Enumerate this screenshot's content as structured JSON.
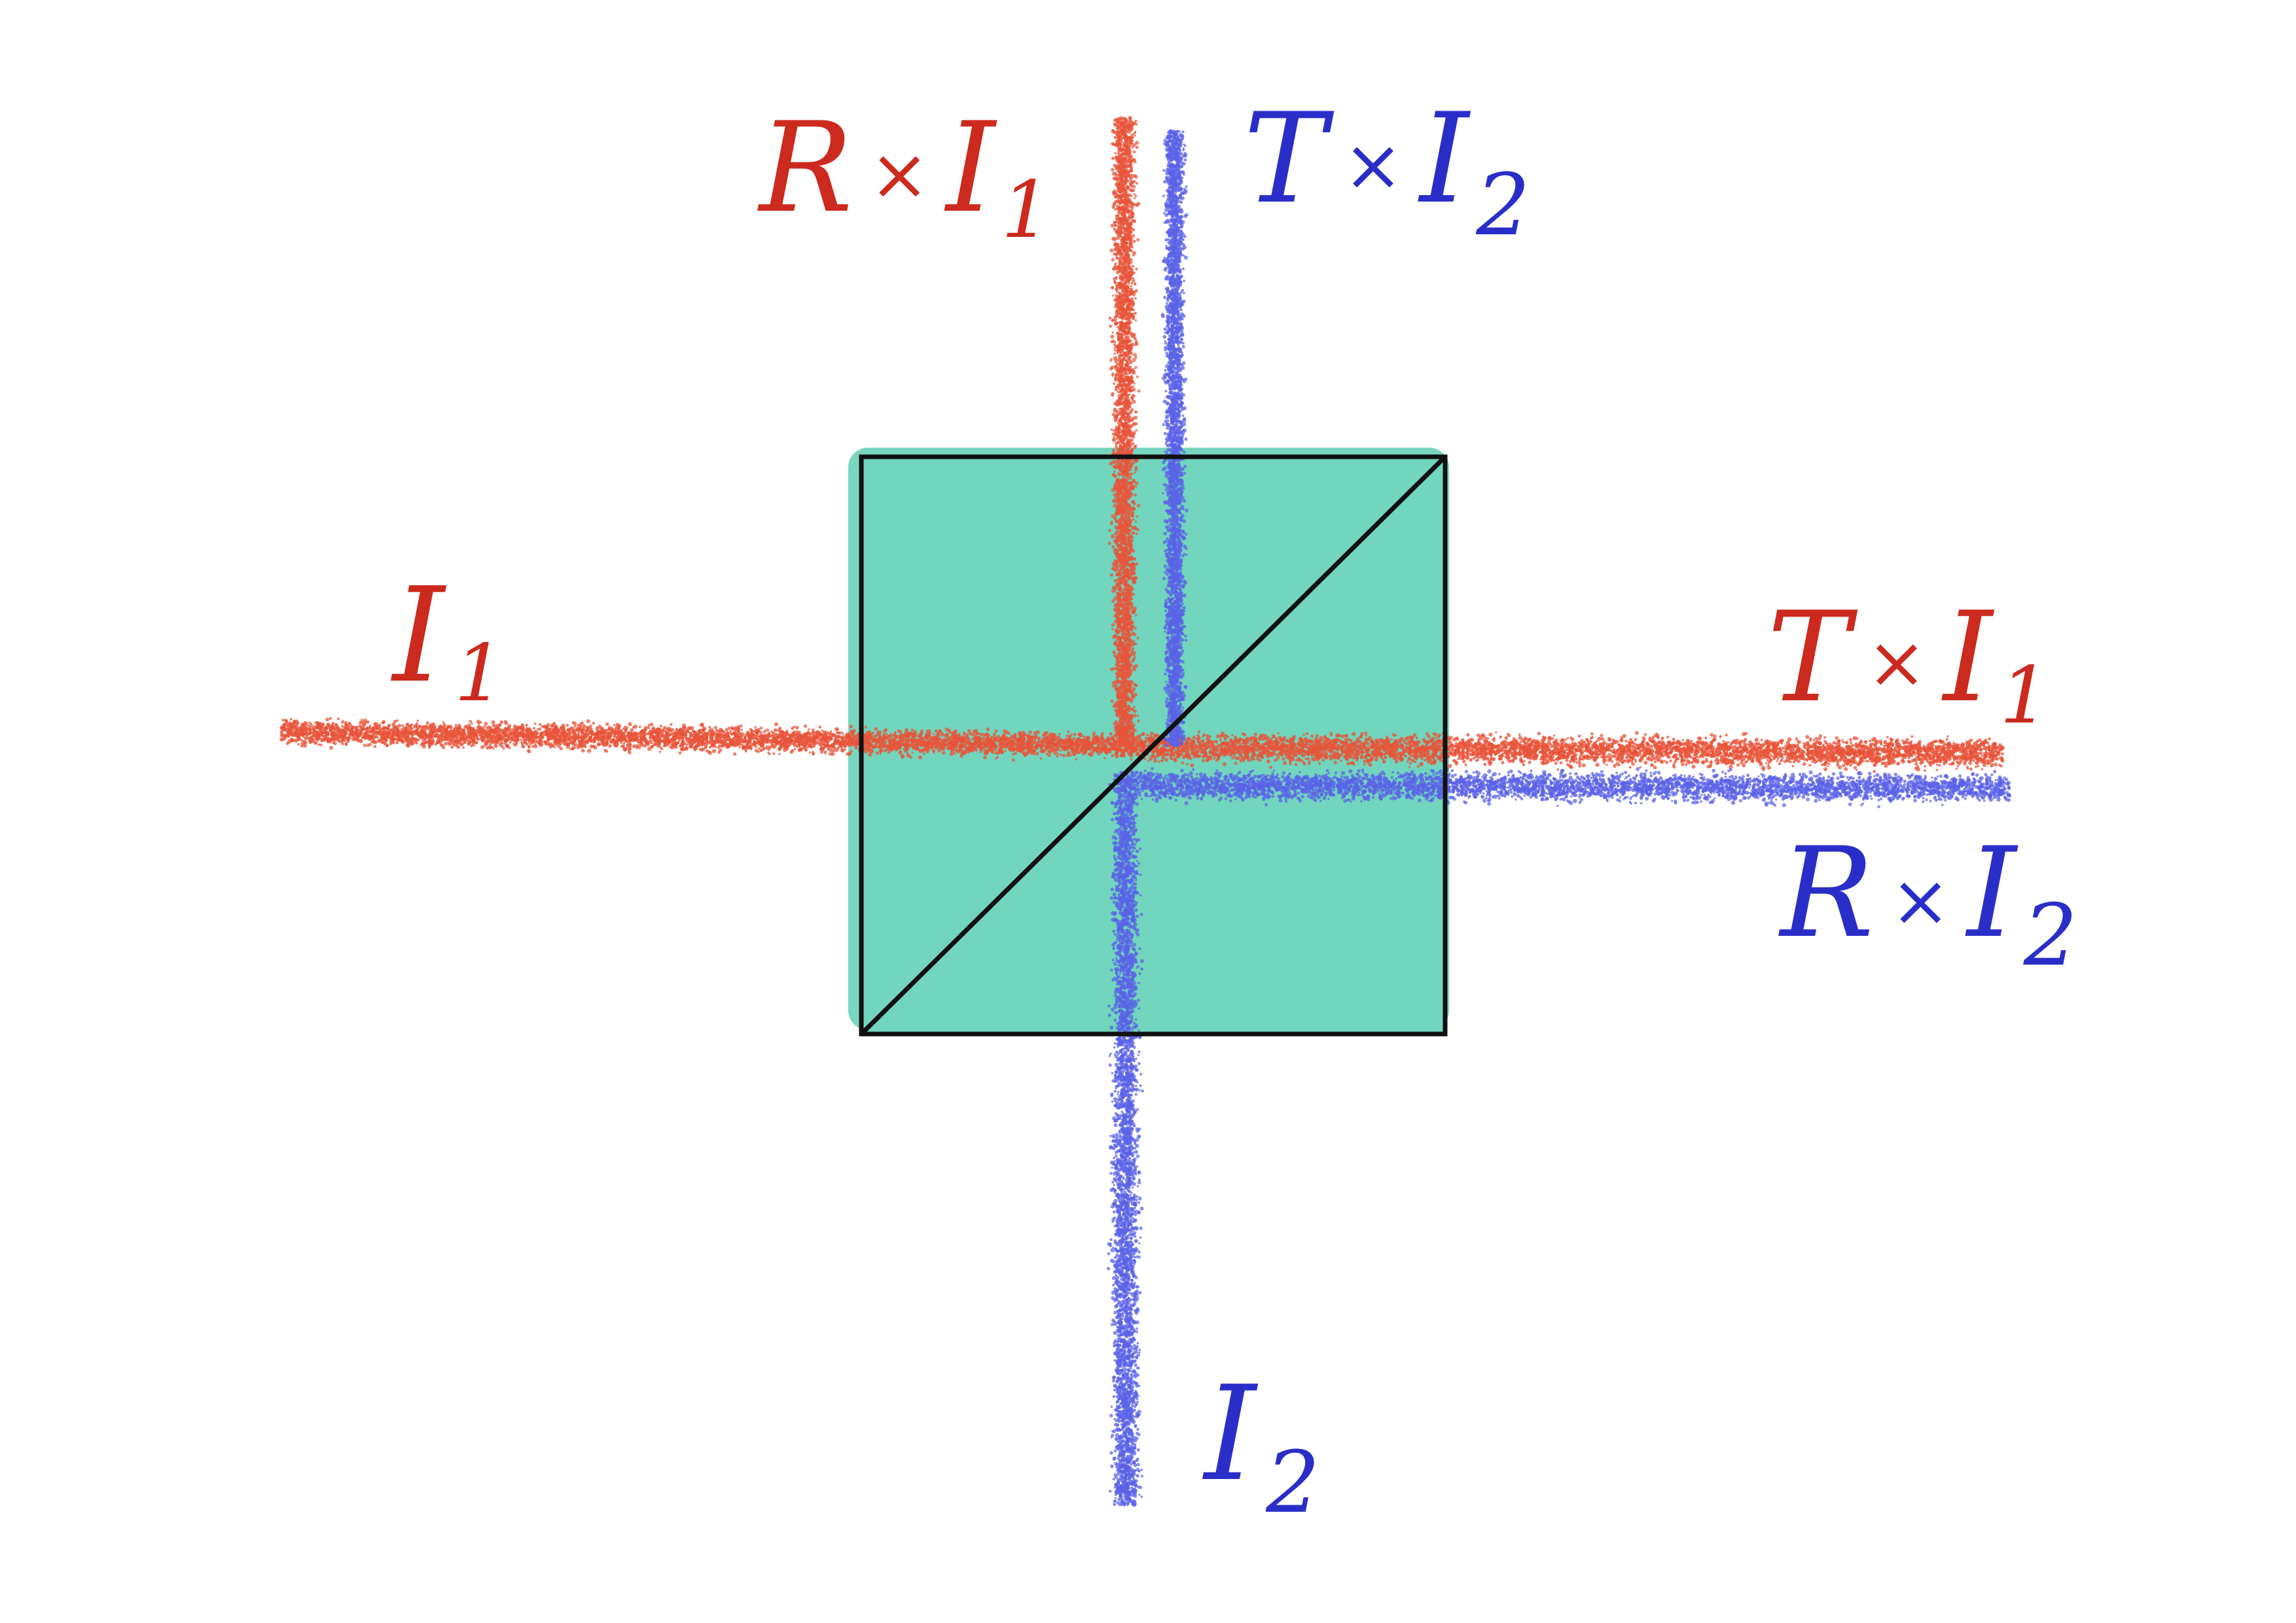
{
  "colors": {
    "background": "#ffffff",
    "cube_fill": "#72d5bd",
    "outline": "#111111",
    "beam_1": "#e8543a",
    "beam_2": "#5a63e8",
    "label_red": "#cc2a1e",
    "label_blue": "#2a2ec8"
  },
  "labels": {
    "input_1": {
      "base": "I",
      "sub": "1"
    },
    "input_2": {
      "base": "I",
      "sub": "2"
    },
    "reflected_1": {
      "coef": "R",
      "times": "×",
      "base": "I",
      "sub": "1"
    },
    "transmitted_2": {
      "coef": "T",
      "times": "×",
      "base": "I",
      "sub": "2"
    },
    "transmitted_1": {
      "coef": "T",
      "times": "×",
      "base": "I",
      "sub": "1"
    },
    "reflected_2": {
      "coef": "R",
      "times": "×",
      "base": "I",
      "sub": "2"
    }
  },
  "icons": {
    "cube": "beam-splitter-cube",
    "diagonal": "beam-splitter-diagonal"
  }
}
